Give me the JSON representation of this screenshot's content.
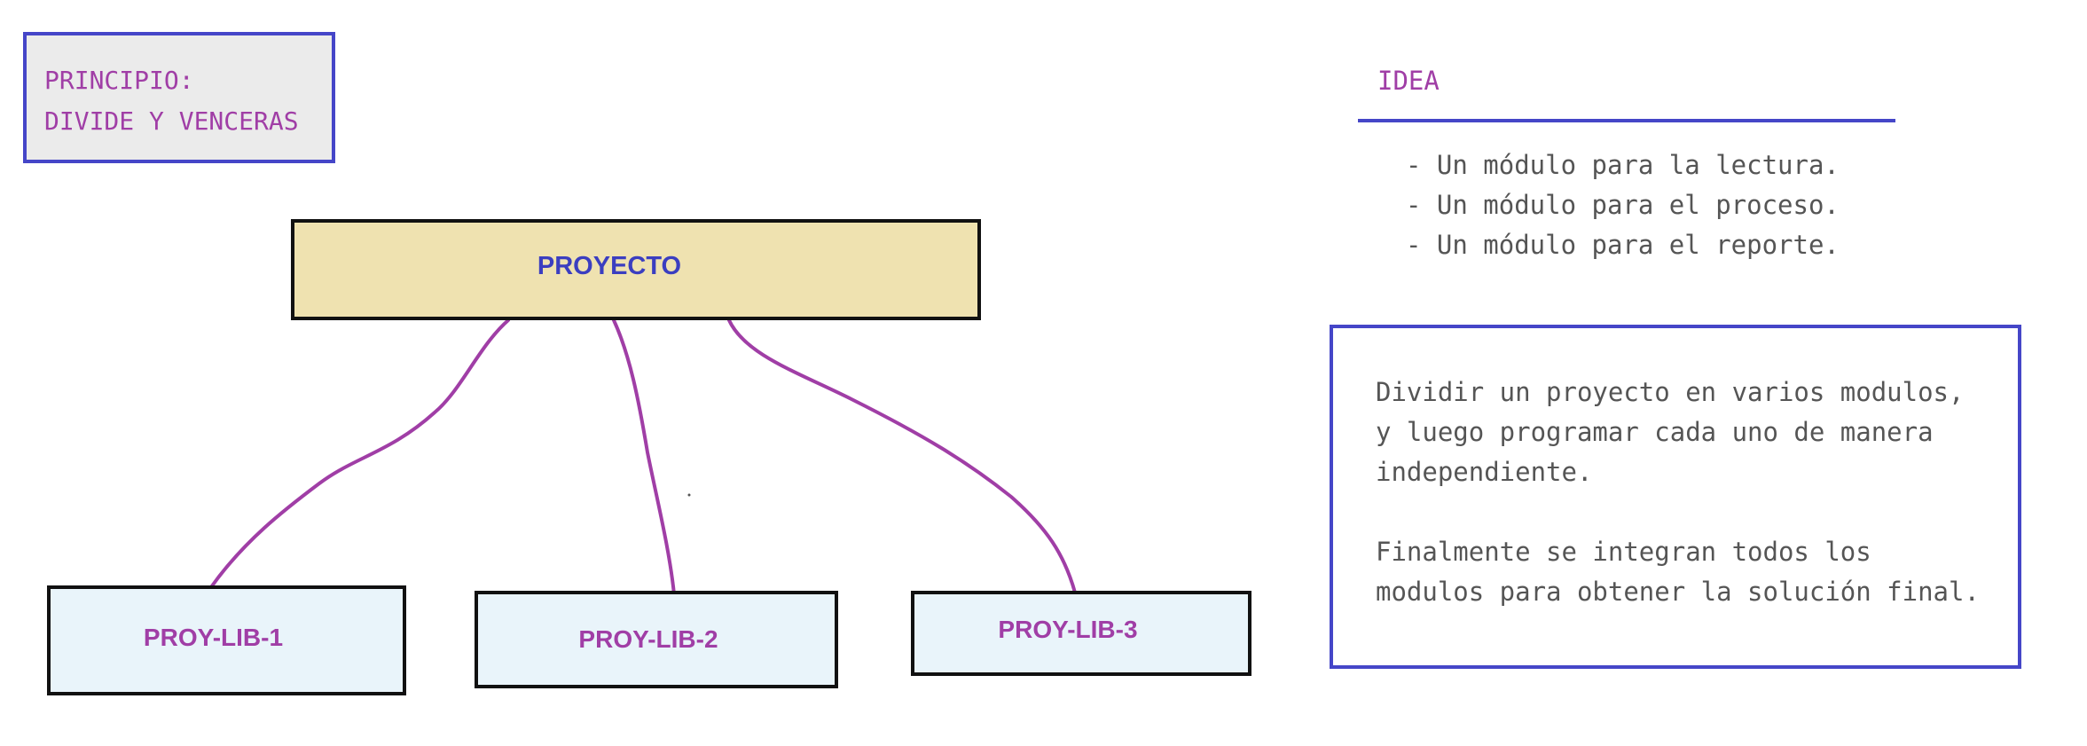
{
  "principle": {
    "line1": "PRINCIPIO:",
    "line2": "DIVIDE Y VENCERAS"
  },
  "diagram": {
    "root": "PROYECTO",
    "children": [
      "PROY-LIB-1",
      "PROY-LIB-2",
      "PROY-LIB-3"
    ]
  },
  "idea": {
    "title": "IDEA",
    "items": [
      "- Un módulo para la lectura.",
      "- Un módulo para el proceso.",
      "- Un módulo para el reporte."
    ]
  },
  "description": {
    "paragraph1": [
      "Dividir un proyecto en varios modulos,",
      "y luego programar cada uno de manera",
      "independiente."
    ],
    "paragraph2": [
      "Finalmente se integran todos los",
      "modulos para obtener la solución final."
    ]
  },
  "colors": {
    "box_border": "#4546c8",
    "label_purple": "#a03ea6",
    "root_fill": "#efe2b0",
    "child_fill": "#e9f4fa",
    "connector": "#a03ea6"
  }
}
